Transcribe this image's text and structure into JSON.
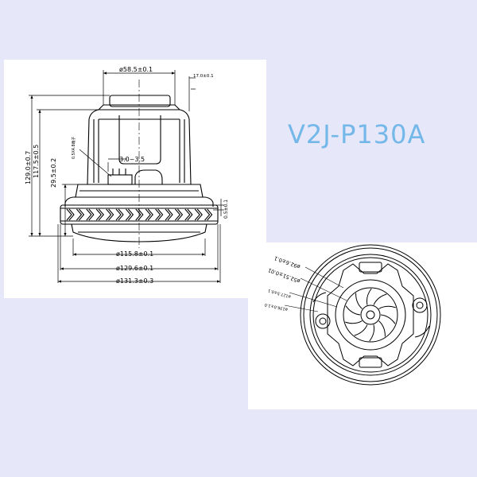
{
  "colors": {
    "page_background": "#e6e7f8",
    "panel_background": "#ffffff",
    "line": "#000000",
    "title_color": "#74b7e9"
  },
  "title": "V2J-P130A",
  "side_view": {
    "dim_top_width": "ø58.5±0.1",
    "dim_top_right": "17.0±0.1",
    "dim_total_height": "129.0±0.7",
    "dim_height_2": "117.5±0.5",
    "dim_height_3": "29.5±0.2",
    "dim_small_note": "0.5X4.8端子",
    "dim_terminal": "3.0~3.5",
    "dim_flange": "0.5±0.1",
    "dim_d1": "ø115.8±0.1",
    "dim_d2": "ø129.6±0.1",
    "dim_d3": "ø131.3±0.3"
  },
  "bottom_view": {
    "dim_r1": "ø92.6±0.1",
    "dim_r2": "ø52.51±0.01",
    "dim_r3": "ø127.5±0.1",
    "dim_r4": "ø136.0±1.0"
  }
}
